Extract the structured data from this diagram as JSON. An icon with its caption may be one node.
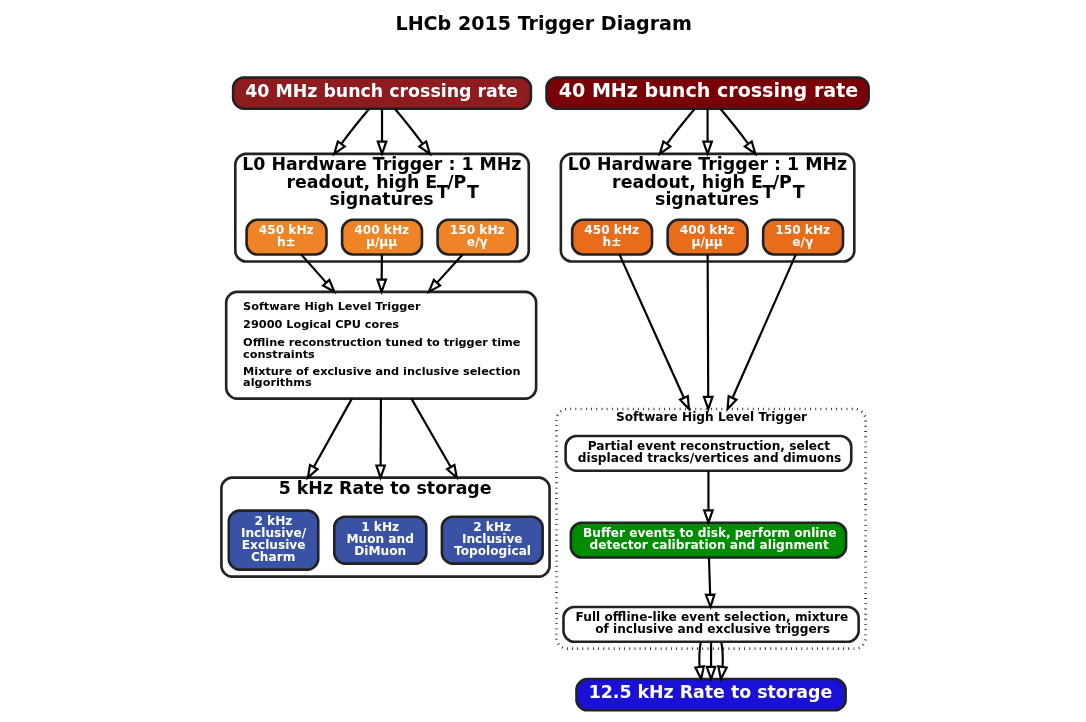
{
  "diagram": {
    "title": "LHCb 2015 Trigger Diagram",
    "nodes": [
      {
        "text": [
          "40 MHz bunch crossing rate"
        ]
      },
      {
        "text": [
          "L0 Hardware Trigger : 1 MHz readout, high E$_{T}$/P$_{T}$ signatures"
        ]
      },
      {
        "text": [
          "450 kHz",
          "h±"
        ],
        "in": 1
      },
      {
        "text": [
          "400 kHz",
          "μ/μμ"
        ],
        "in": 1
      },
      {
        "text": [
          "150 kHz",
          "e/γ"
        ],
        "in": 1
      },
      {
        "text": [
          "Software High Level Trigger"
        ]
      },
      {
        "text": [
          "Partial event reconstruction, select displaced tracks/vertices and dimuons"
        ],
        "in": 5
      },
      {
        "text": [
          "Buffer events to disk, perform online detector calibration and alignment"
        ],
        "in": 5
      },
      {
        "text": [
          "Full offline-like event selection, mixture of inclusive and exclusive triggers"
        ],
        "in": 5
      },
      {
        "text": [
          "12.5 kHz Rate to storage"
        ]
      },
      {
        "text": [
          "40 MHz bunch crossing rate"
        ]
      },
      {
        "text": [
          "L0 Hardware Trigger : 1 MHz readout, high E$_{T}$/P$_{T}$ signatures"
        ]
      },
      {
        "text": [
          "450 kHz",
          "h±"
        ],
        "in": 11
      },
      {
        "text": [
          "400 kHz",
          "μ/μμ"
        ],
        "in": 11
      },
      {
        "text": [
          "150 kHz",
          "e/γ"
        ],
        "in": 11
      },
      {
        "text": [
          "Software High Level Trigger",
          "29000 Logical CPU cores",
          "Offline reconstruction tuned to trigger time constraints",
          "Mixture of exclusive and inclusive selection algorithms"
        ]
      },
      {
        "text": [
          "5 kHz Rate to storage"
        ]
      },
      {
        "text": [
          "2 kHz",
          "Inclusive Topological"
        ],
        "in": 16
      },
      {
        "text": [
          "2 kHz",
          "Inclusive/ Exclusive Charm"
        ],
        "in": 16
      },
      {
        "text": [
          "1 kHz",
          "Muon and DiMuon"
        ],
        "in": 16
      }
    ],
    "edges": [
      {
        "from": 0,
        "to": 1,
        "arrow": "to"
      },
      {
        "from": 0,
        "to": 1,
        "arrow": "to"
      },
      {
        "from": 0,
        "to": 1,
        "arrow": "to"
      },
      {
        "from": 2,
        "to": 5,
        "arrow": "to"
      },
      {
        "from": 3,
        "to": 5,
        "arrow": "to"
      },
      {
        "from": 4,
        "to": 5,
        "arrow": "to"
      },
      {
        "from": 6,
        "to": 7,
        "arrow": "to"
      },
      {
        "from": 7,
        "to": 8,
        "arrow": "to"
      },
      {
        "from": 8,
        "to": 9,
        "arrow": "to"
      },
      {
        "from": 8,
        "to": 9,
        "arrow": "to"
      },
      {
        "from": 8,
        "to": 9,
        "arrow": "to"
      },
      {
        "from": 10,
        "to": 11,
        "arrow": "to"
      },
      {
        "from": 10,
        "to": 11,
        "arrow": "to"
      },
      {
        "from": 10,
        "to": 11,
        "arrow": "to"
      },
      {
        "from": 12,
        "to": 15,
        "arrow": "to"
      },
      {
        "from": 13,
        "to": 15,
        "arrow": "to"
      },
      {
        "from": 14,
        "to": 15,
        "arrow": "to"
      },
      {
        "from": 15,
        "to": 16,
        "arrow": "to"
      },
      {
        "from": 15,
        "to": 16,
        "arrow": "to"
      },
      {
        "from": 15,
        "to": 16,
        "arrow": "to"
      }
    ]
  }
}
